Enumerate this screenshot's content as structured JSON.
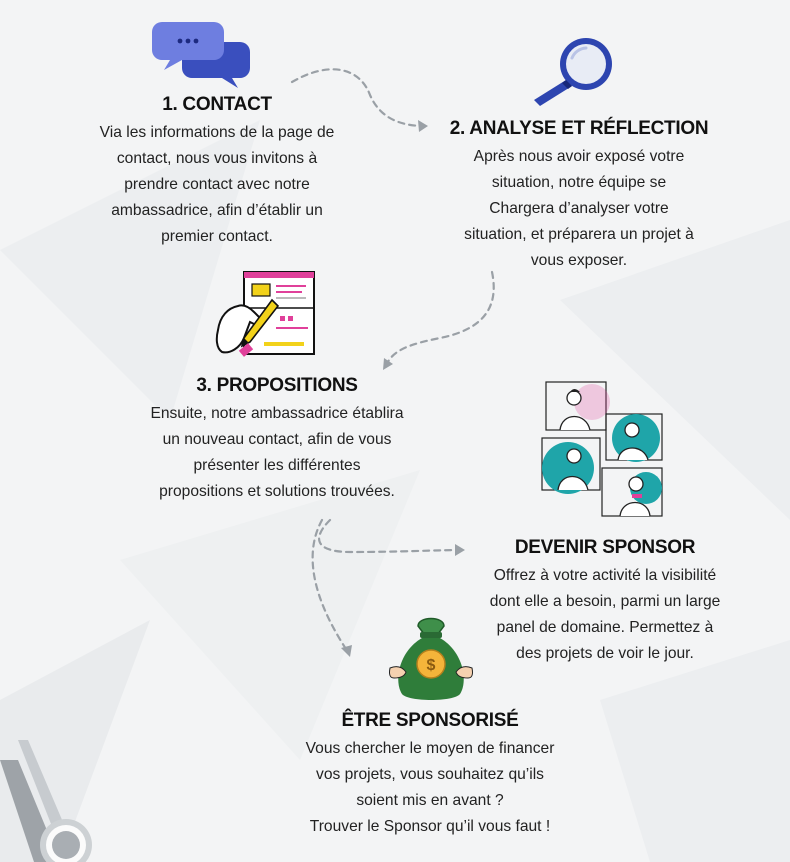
{
  "steps": {
    "contact": {
      "title": "1. CONTACT",
      "lines": [
        "Via les informations de la page de",
        "contact, nous vous invitons à",
        "prendre contact avec notre",
        "ambassadrice, afin d’établir un",
        "premier contact."
      ]
    },
    "analyse": {
      "title": "2. ANALYSE ET RÉFLECTION",
      "lines": [
        "Après nous avoir exposé votre",
        "situation, notre équipe se",
        "Chargera d’analyser votre",
        "situation, et préparera un projet à",
        "vous exposer."
      ]
    },
    "propositions": {
      "title": "3. PROPOSITIONS",
      "lines": [
        "Ensuite, notre ambassadrice établira",
        "un nouveau contact, afin de vous",
        "présenter les différentes",
        "propositions et solutions trouvées."
      ]
    },
    "sponsor": {
      "title": "DEVENIR SPONSOR",
      "lines": [
        "Offrez à votre activité la visibilité",
        "dont elle a besoin, parmi un large",
        "panel de domaine. Permettez à",
        "des projets de voir le jour."
      ]
    },
    "sponsorise": {
      "title": "ÊTRE SPONSORISÉ",
      "lines": [
        "Vous chercher le moyen de financer",
        "vos projets, vous souhaitez qu’ils",
        "soient mis en avant ?",
        "Trouver le Sponsor qu’il vous faut !"
      ]
    }
  },
  "icons": {
    "contact": "chat-bubbles-icon",
    "analyse": "magnifying-glass-icon",
    "propositions": "document-pencil-icon",
    "sponsor": "video-call-people-icon",
    "sponsorise": "money-bag-icon"
  },
  "colors": {
    "chat": "#5b6bd8",
    "magnifier": "#2d45b0",
    "accent_pink": "#e0409a",
    "accent_yellow": "#f2d21a",
    "teal": "#1fa5a9",
    "money_green": "#2f7d3a",
    "coin_gold": "#f4b43a",
    "arrow": "#9aa0a6"
  }
}
